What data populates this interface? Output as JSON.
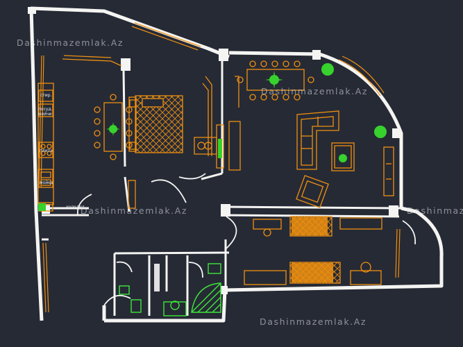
{
  "watermark": {
    "top_left": "Dashinmazemlak.Az",
    "center_right": "Dashinmazemlak.Az",
    "right_edge": "Dashinmazemlak.Az",
    "bottom": "Dashinmazemlak.Az",
    "center_left": "Dashinmazemlak.Az"
  },
  "kitchen_labels": {
    "stir": "стир.",
    "posud_1": "посуд.",
    "posud_2": "мойчи",
    "plita": "плита",
    "moyka": "мойка",
    "holodil": "холодил."
  },
  "colors": {
    "background": "#262a35",
    "wall": "#f4f4f2",
    "furniture": "#f0900f",
    "plants": "#37d22d",
    "sanitary": "#3ee83a",
    "labels": "#e9ecf2"
  }
}
